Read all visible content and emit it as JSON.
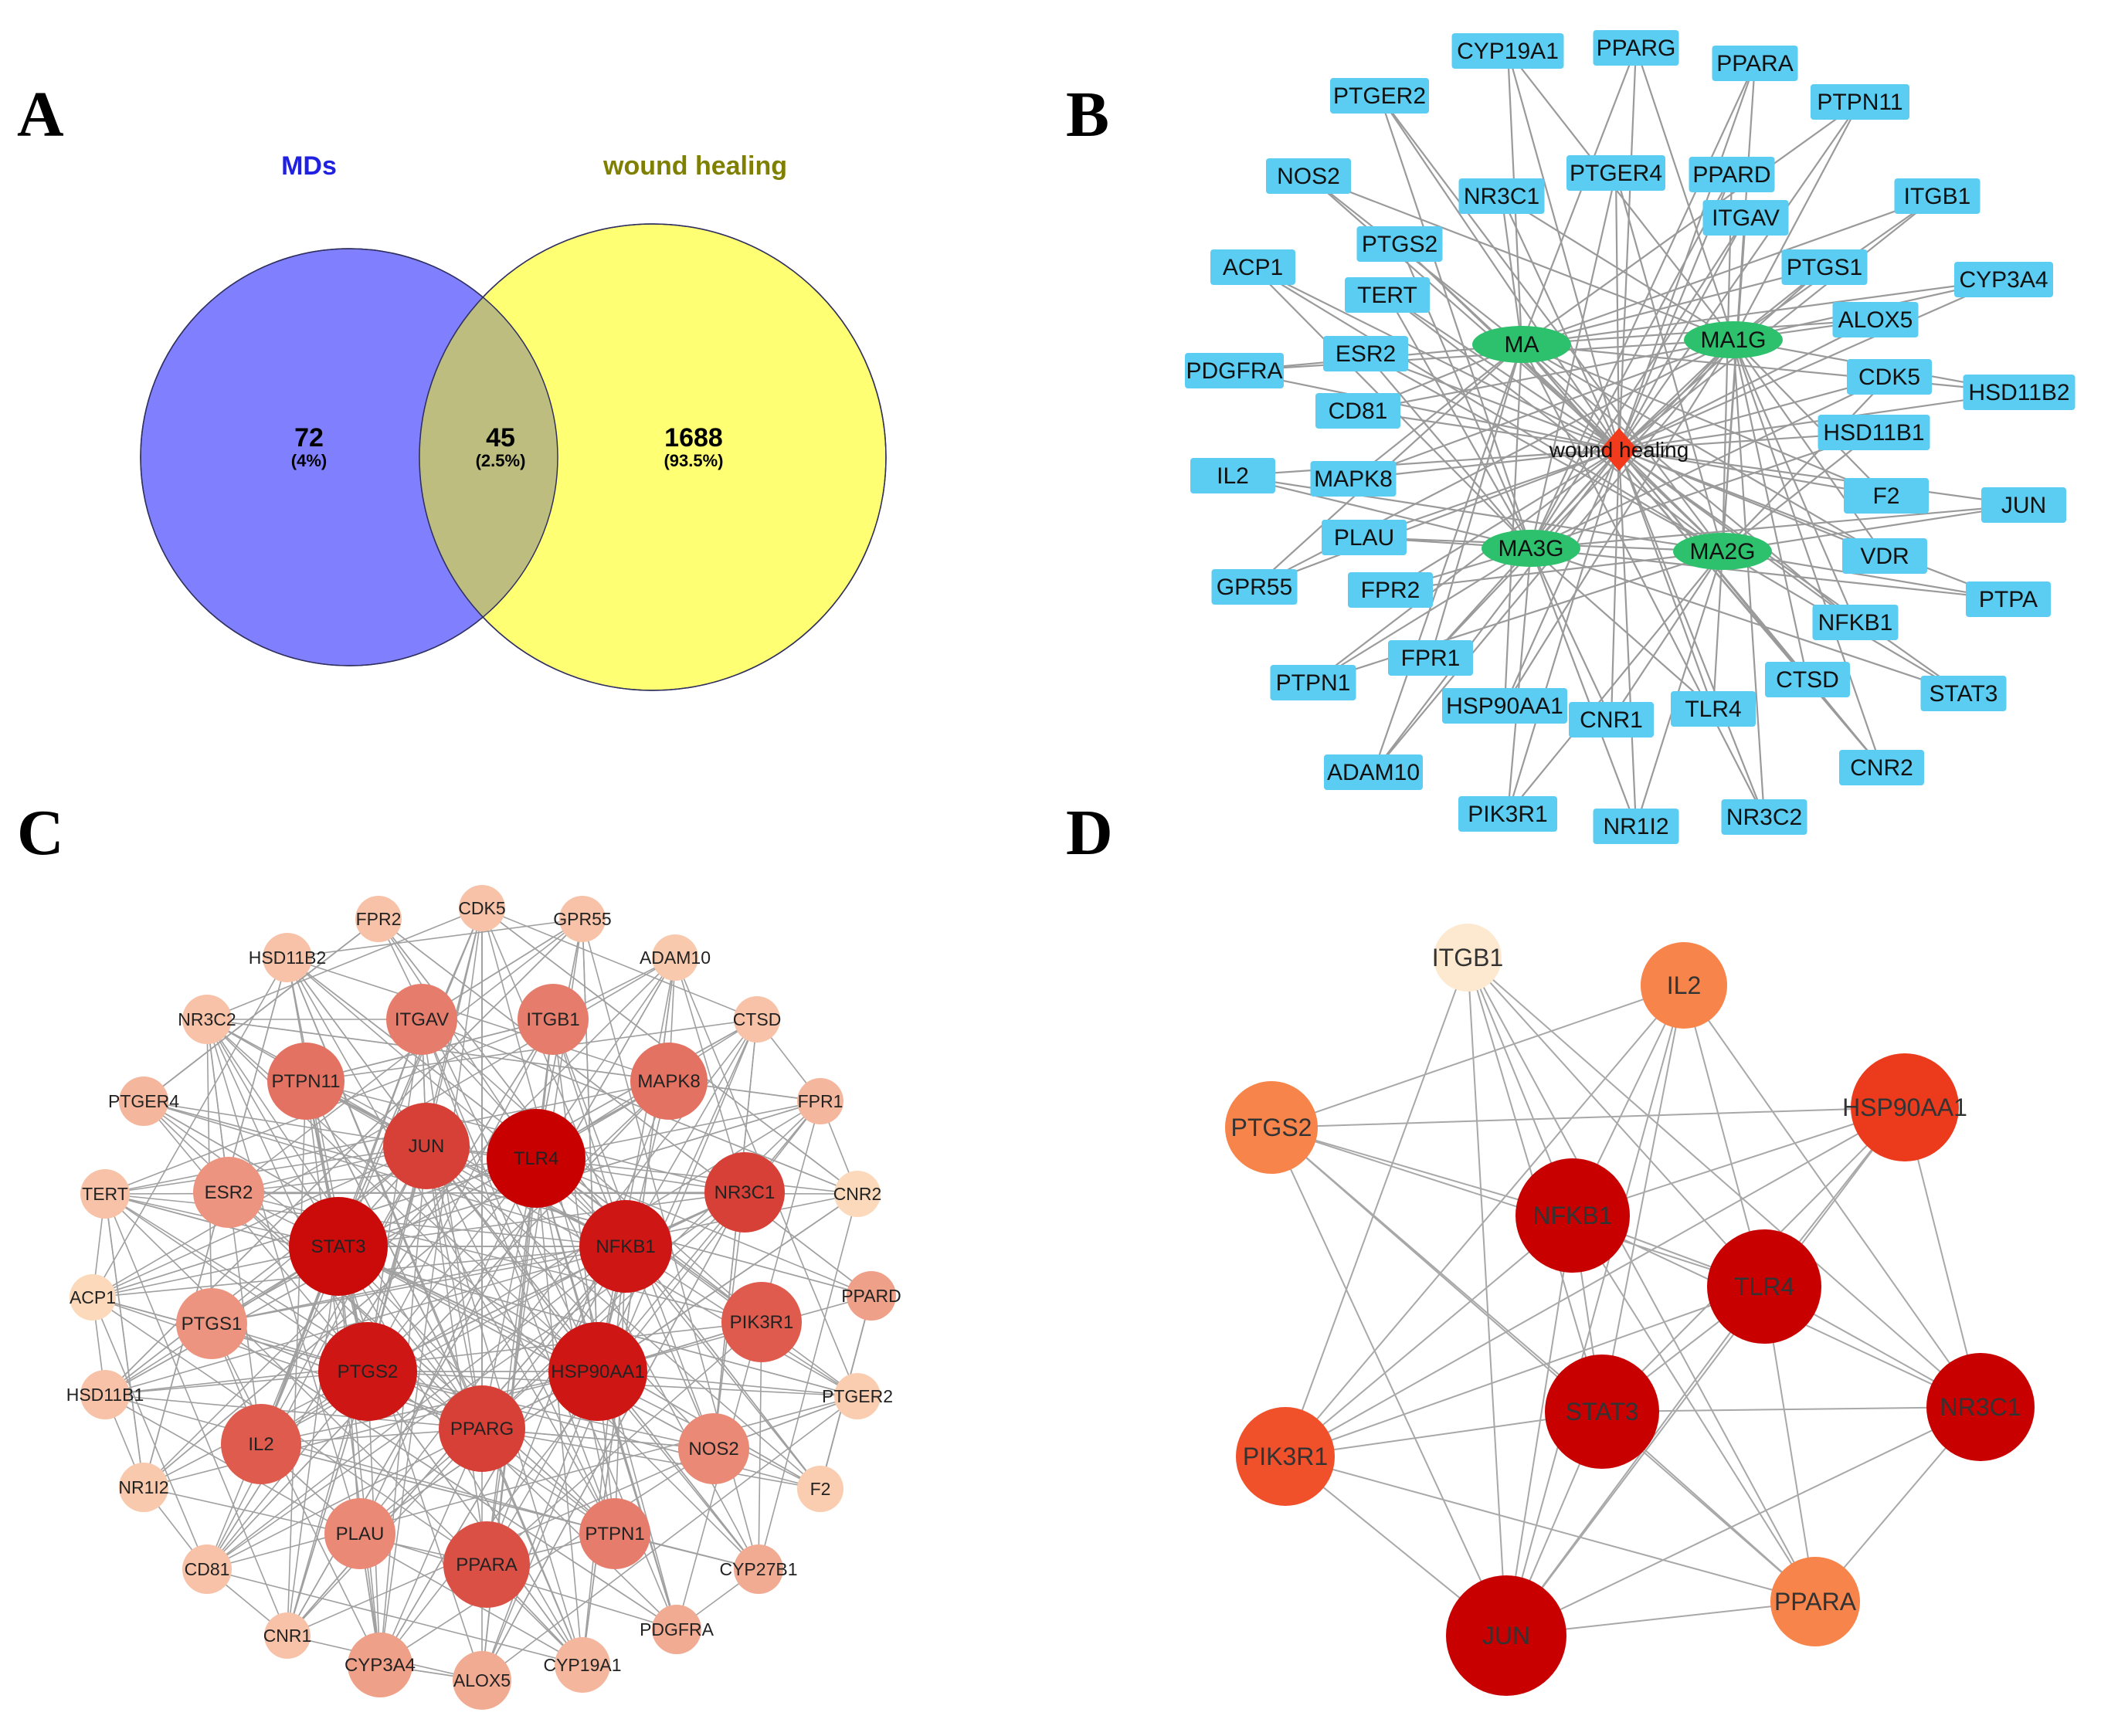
{
  "panels": {
    "a": {
      "letter": "A"
    },
    "b": {
      "letter": "B"
    },
    "c": {
      "letter": "C"
    },
    "d": {
      "letter": "D"
    }
  },
  "venn": {
    "left_label": "MDs",
    "right_label": "wound healing",
    "left_only": {
      "count": "72",
      "pct": "(4%)"
    },
    "overlap": {
      "count": "45",
      "pct": "(2.5%)"
    },
    "right_only": {
      "count": "1688",
      "pct": "(93.5%)"
    },
    "colors": {
      "left": "#8080ff",
      "right": "#ffff73",
      "overlap": "#bdbd80",
      "left_label": "#2020e0",
      "right_label": "#808000"
    }
  },
  "network_b": {
    "center": "wound healing",
    "compounds": [
      "MA",
      "MA1G",
      "MA3G",
      "MA2G"
    ],
    "targets": [
      "CYP19A1",
      "PPARG",
      "PPARA",
      "PTGER2",
      "PTPN11",
      "NR3C1",
      "PTGER4",
      "PPARD",
      "NOS2",
      "ITGB1",
      "ITGAV",
      "PTGS2",
      "PTGS1",
      "CYP3A4",
      "ACP1",
      "TERT",
      "ALOX5",
      "PDGFRA",
      "ESR2",
      "CDK5",
      "HSD11B2",
      "CD81",
      "HSD11B1",
      "IL2",
      "MAPK8",
      "F2",
      "JUN",
      "PLAU",
      "VDR",
      "GPR55",
      "FPR2",
      "PTPA",
      "NFKB1",
      "FPR1",
      "STAT3",
      "PTPN1",
      "HSP90AA1",
      "CTSD",
      "TLR4",
      "CNR1",
      "ADAM10",
      "CNR2",
      "PIK3R1",
      "NR1I2",
      "NR3C2"
    ],
    "colors": {
      "target_box": "#5bcdf2",
      "compound": "#2ec16d",
      "center": "#f23a1c",
      "edge": "#9a9a9a"
    }
  },
  "network_c": {
    "nodes": [
      "FPR2",
      "CDK5",
      "GPR55",
      "HSD11B2",
      "ADAM10",
      "ITGAV",
      "ITGB1",
      "NR3C2",
      "CTSD",
      "PTPN11",
      "MAPK8",
      "PTGER4",
      "FPR1",
      "JUN",
      "TLR4",
      "TERT",
      "ESR2",
      "NR3C1",
      "CNR2",
      "STAT3",
      "NFKB1",
      "ACP1",
      "PPARD",
      "PTGS1",
      "PIK3R1",
      "HSD11B1",
      "PTGS2",
      "HSP90AA1",
      "PTGER2",
      "IL2",
      "PPARG",
      "NOS2",
      "NR1I2",
      "F2",
      "PLAU",
      "PTPN1",
      "PPARA",
      "CD81",
      "CYP27B1",
      "CNR1",
      "PDGFRA",
      "CYP3A4",
      "ALOX5",
      "CYP19A1"
    ]
  },
  "network_d": {
    "nodes": [
      "ITGB1",
      "IL2",
      "PTGS2",
      "HSP90AA1",
      "NFKB1",
      "TLR4",
      "STAT3",
      "NR3C1",
      "PIK3R1",
      "PPARA",
      "JUN"
    ]
  }
}
